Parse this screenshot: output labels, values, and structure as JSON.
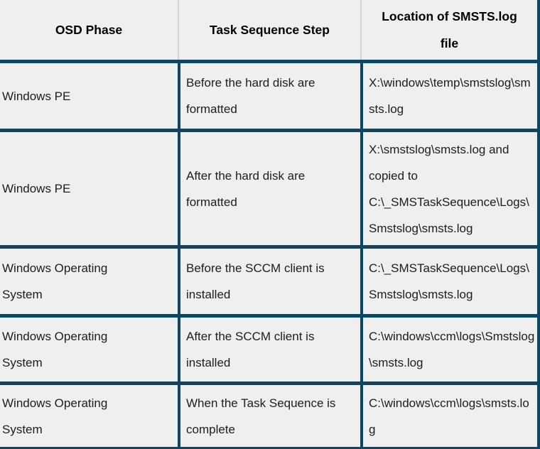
{
  "table": {
    "columns": [
      "OSD Phase",
      "Task Sequence Step",
      "Location of SMSTS.log file"
    ],
    "rows": [
      {
        "phase": "Windows PE",
        "step": "Before the hard disk are formatted",
        "location": "X:\\windows\\temp\\smstslog\\smsts.log"
      },
      {
        "phase": "Windows PE",
        "step": "After the hard disk are formatted",
        "location": "X:\\smstslog\\smsts.log and copied to C:\\_SMSTaskSequence\\Logs\\Smstslog\\smsts.log"
      },
      {
        "phase": "Windows Operating System",
        "step": "Before the SCCM client is installed",
        "location": "C:\\_SMSTaskSequence\\Logs\\Smstslog\\smsts.log"
      },
      {
        "phase": "Windows Operating System",
        "step": "After the SCCM client is installed",
        "location": "C:\\windows\\ccm\\logs\\Smstslog\\smsts.log"
      },
      {
        "phase": "Windows Operating System",
        "step": "When the Task Sequence is complete",
        "location": "C:\\windows\\ccm\\logs\\smsts.log"
      }
    ]
  },
  "colors": {
    "border_dark": "#0d4663",
    "header_divider": "#d4d4d4",
    "cell_background": "#efefef",
    "text": "#1d1d1d"
  }
}
